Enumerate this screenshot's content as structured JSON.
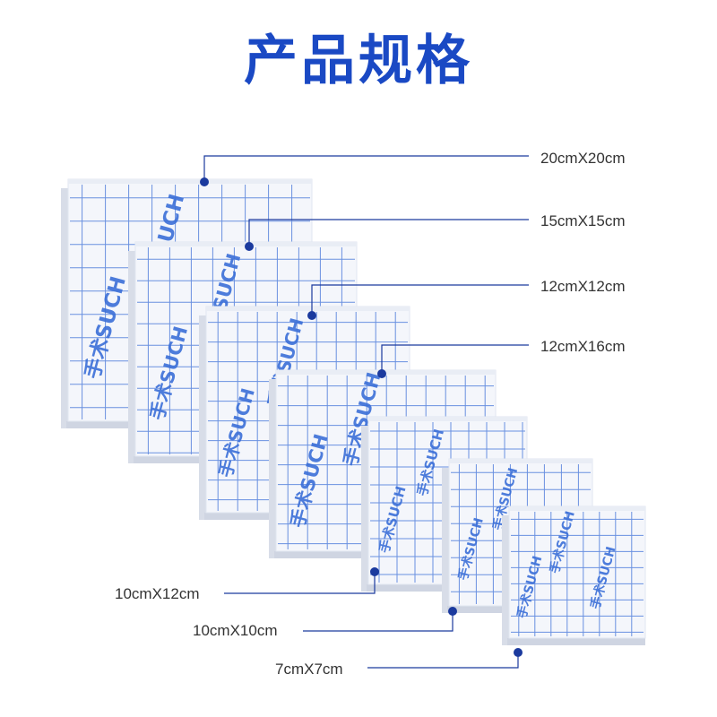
{
  "title": "产品规格",
  "brand": "SUCH",
  "brand_prefix": "手术",
  "colors": {
    "title": "#1a49c4",
    "accent": "#1b3a9e",
    "grid": "#3b6fd8",
    "pad_face": "#f4f6fb",
    "pad_edge": "#d8dde8"
  },
  "sizes": [
    {
      "label": "20cmX20cm"
    },
    {
      "label": "15cmX15cm"
    },
    {
      "label": "12cmX12cm"
    },
    {
      "label": "12cmX16cm"
    },
    {
      "label": "10cmX12cm"
    },
    {
      "label": "10cmX10cm"
    },
    {
      "label": "7cmX7cm"
    }
  ]
}
